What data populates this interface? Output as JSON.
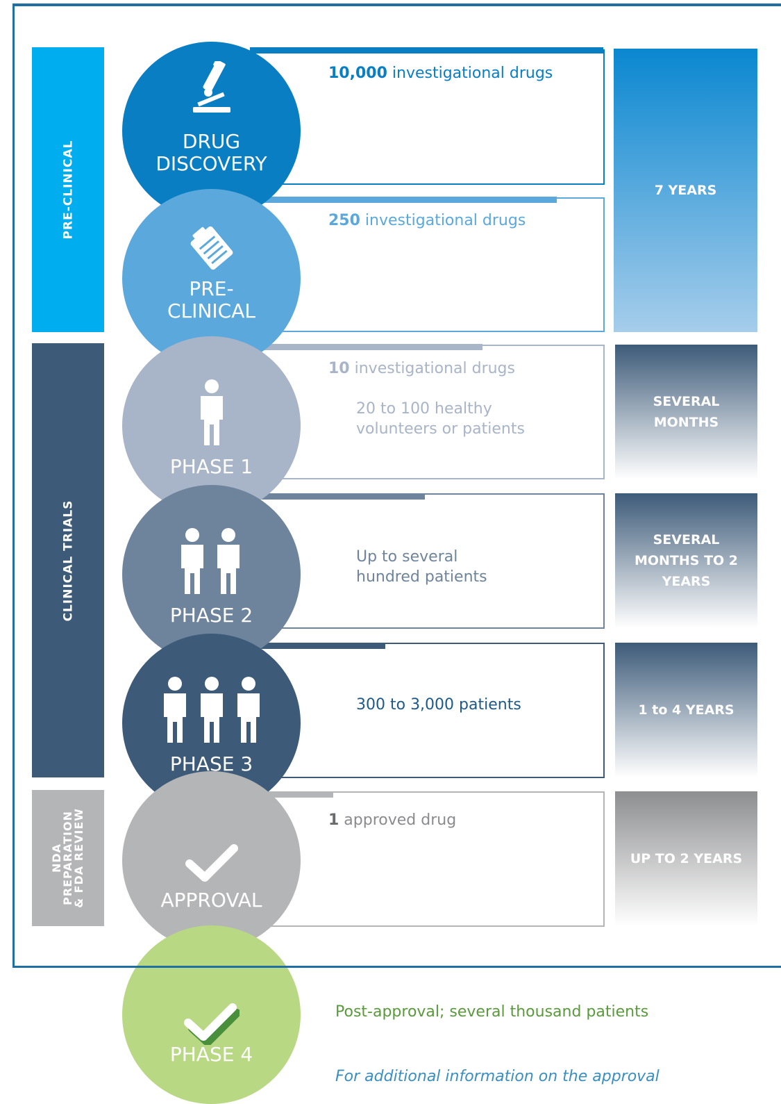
{
  "sidebar": {
    "preclinical": "PRE-CLINICAL",
    "clinical": "CLINICAL TRIALS",
    "nda_line1": "NDA",
    "nda_line2": "PREPARATION",
    "nda_line3": "& FDA REVIEW"
  },
  "stages": [
    {
      "title_line1": "DRUG",
      "title_line2": "DISCOVERY",
      "count": "10,000",
      "count_suffix": " investigational drugs",
      "icon": "microscope-icon",
      "color": "#0a7ec2"
    },
    {
      "title_line1": "PRE-",
      "title_line2": "CLINICAL",
      "count": "250",
      "count_suffix": " investigational drugs",
      "icon": "clipboard-icon",
      "color": "#5aa8dc"
    },
    {
      "title_line1": "PHASE 1",
      "count": "10",
      "count_suffix": " investigational drugs",
      "desc_line1": "20 to 100 healthy",
      "desc_line2": "volunteers or patients",
      "icon": "person-icon",
      "color": "#a8b4c7"
    },
    {
      "title_line1": "PHASE 2",
      "desc_line1": "Up to several",
      "desc_line2": "hundred patients",
      "icon": "two-people-icon",
      "color": "#6e849d"
    },
    {
      "title_line1": "PHASE 3",
      "desc_line1": "300 to 3,000 patients",
      "icon": "three-people-icon",
      "color": "#3d5b79"
    },
    {
      "title_line1": "APPROVAL",
      "count": "1",
      "count_suffix": " approved drug",
      "icon": "checkmark-icon",
      "color": "#b4b5b7"
    },
    {
      "title_line1": "PHASE 4",
      "desc_line1": "Post-approval; several thousand patients",
      "icon": "checkmark-icon",
      "color": "#b9d883"
    }
  ],
  "durations": {
    "preclinical": "7 YEARS",
    "phase1_line1": "SEVERAL",
    "phase1_line2": "MONTHS",
    "phase2_line1": "SEVERAL",
    "phase2_line2": "MONTHS TO 2",
    "phase2_line3": "YEARS",
    "phase3": "1 to 4 YEARS",
    "approval": "UP TO 2 YEARS"
  },
  "footer_note": "For additional information on the approval"
}
